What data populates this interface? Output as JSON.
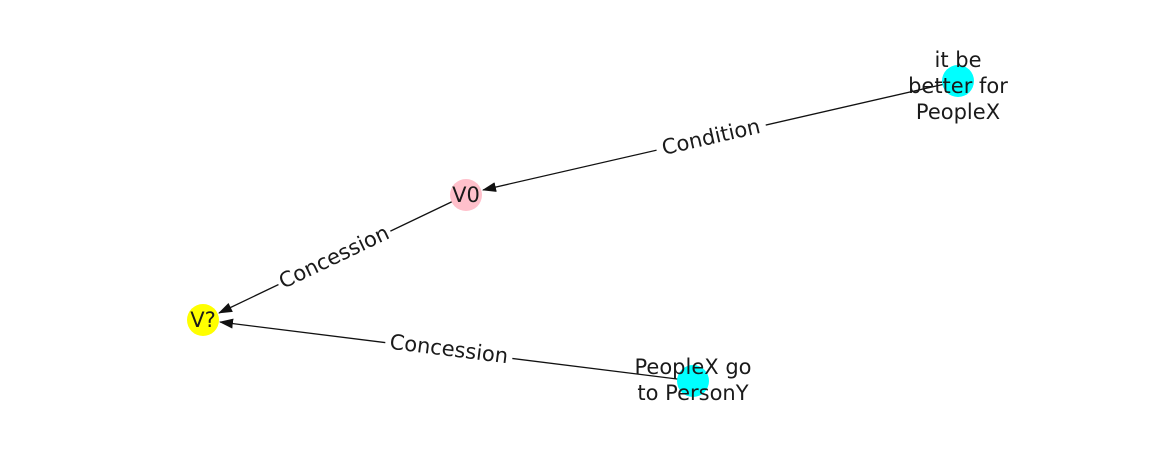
{
  "graph": {
    "nodes": [
      {
        "id": "n_cond",
        "label_lines": [
          "it be",
          "better for",
          "PeopleX"
        ],
        "color": "#00ffff"
      },
      {
        "id": "n_v0",
        "label_lines": [
          "V0"
        ],
        "color": "#ffc0cb"
      },
      {
        "id": "n_vq",
        "label_lines": [
          "V?"
        ],
        "color": "#ffff00"
      },
      {
        "id": "n_go",
        "label_lines": [
          "PeopleX go",
          "to PersonY"
        ],
        "color": "#00ffff"
      }
    ],
    "edges": [
      {
        "from": "n_cond",
        "to": "n_v0",
        "label": "Condition"
      },
      {
        "from": "n_v0",
        "to": "n_vq",
        "label": "Concession"
      },
      {
        "from": "n_go",
        "to": "n_vq",
        "label": "Concession"
      }
    ]
  }
}
